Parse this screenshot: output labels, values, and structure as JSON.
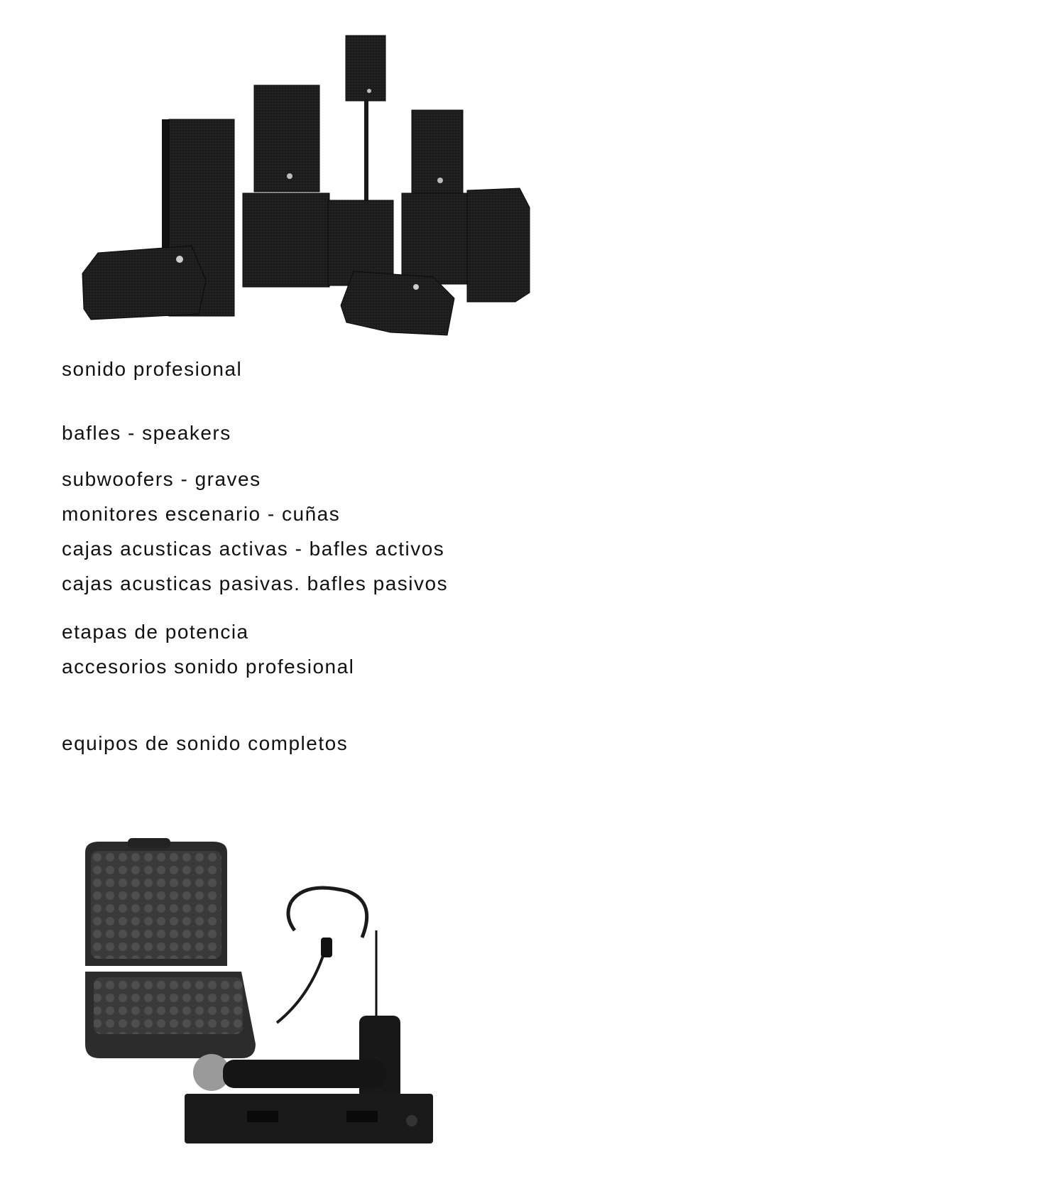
{
  "menu": {
    "section_title": "sonido profesional",
    "links": [
      "bafles - speakers",
      "subwoofers - graves",
      "monitores escenario - cuñas",
      "cajas acusticas activas - bafles activos",
      "cajas acusticas pasivas. bafles pasivos",
      "etapas de potencia",
      "accesorios sonido profesional",
      "equipos de sonido completos"
    ]
  },
  "images": {
    "top": "speakers-product-photo",
    "bottom": "wireless-microphone-product-photo"
  }
}
